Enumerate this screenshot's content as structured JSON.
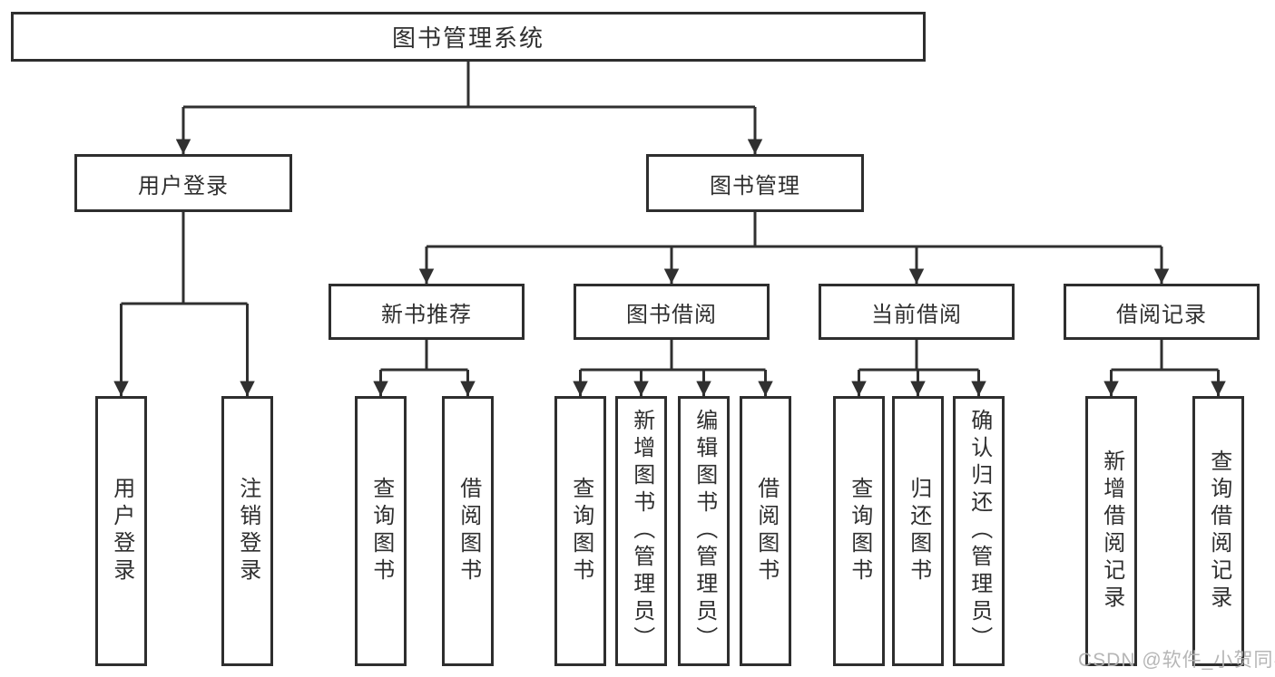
{
  "diagram": {
    "title": "图书管理系统",
    "level2": [
      "用户登录",
      "图书管理"
    ],
    "level3": [
      "新书推荐",
      "图书借阅",
      "当前借阅",
      "借阅记录"
    ],
    "leaves": [
      [
        "用户登录",
        "注销登录"
      ],
      [
        "查询图书",
        "借阅图书"
      ],
      [
        "查询图书",
        "新增图书（管理员）",
        "编辑图书（管理员）",
        "借阅图书"
      ],
      [
        "查询图书",
        "归还图书",
        "确认归还（管理员）"
      ],
      [
        "新增借阅记录",
        "查询借阅记录"
      ]
    ]
  },
  "watermark": "CSDN @软件_小贺同学",
  "colors": {
    "line": "#303030",
    "box_border": "#2e2e2e",
    "text": "#2f2f2f",
    "watermark": "#b2b2b2",
    "background": "#ffffff"
  }
}
